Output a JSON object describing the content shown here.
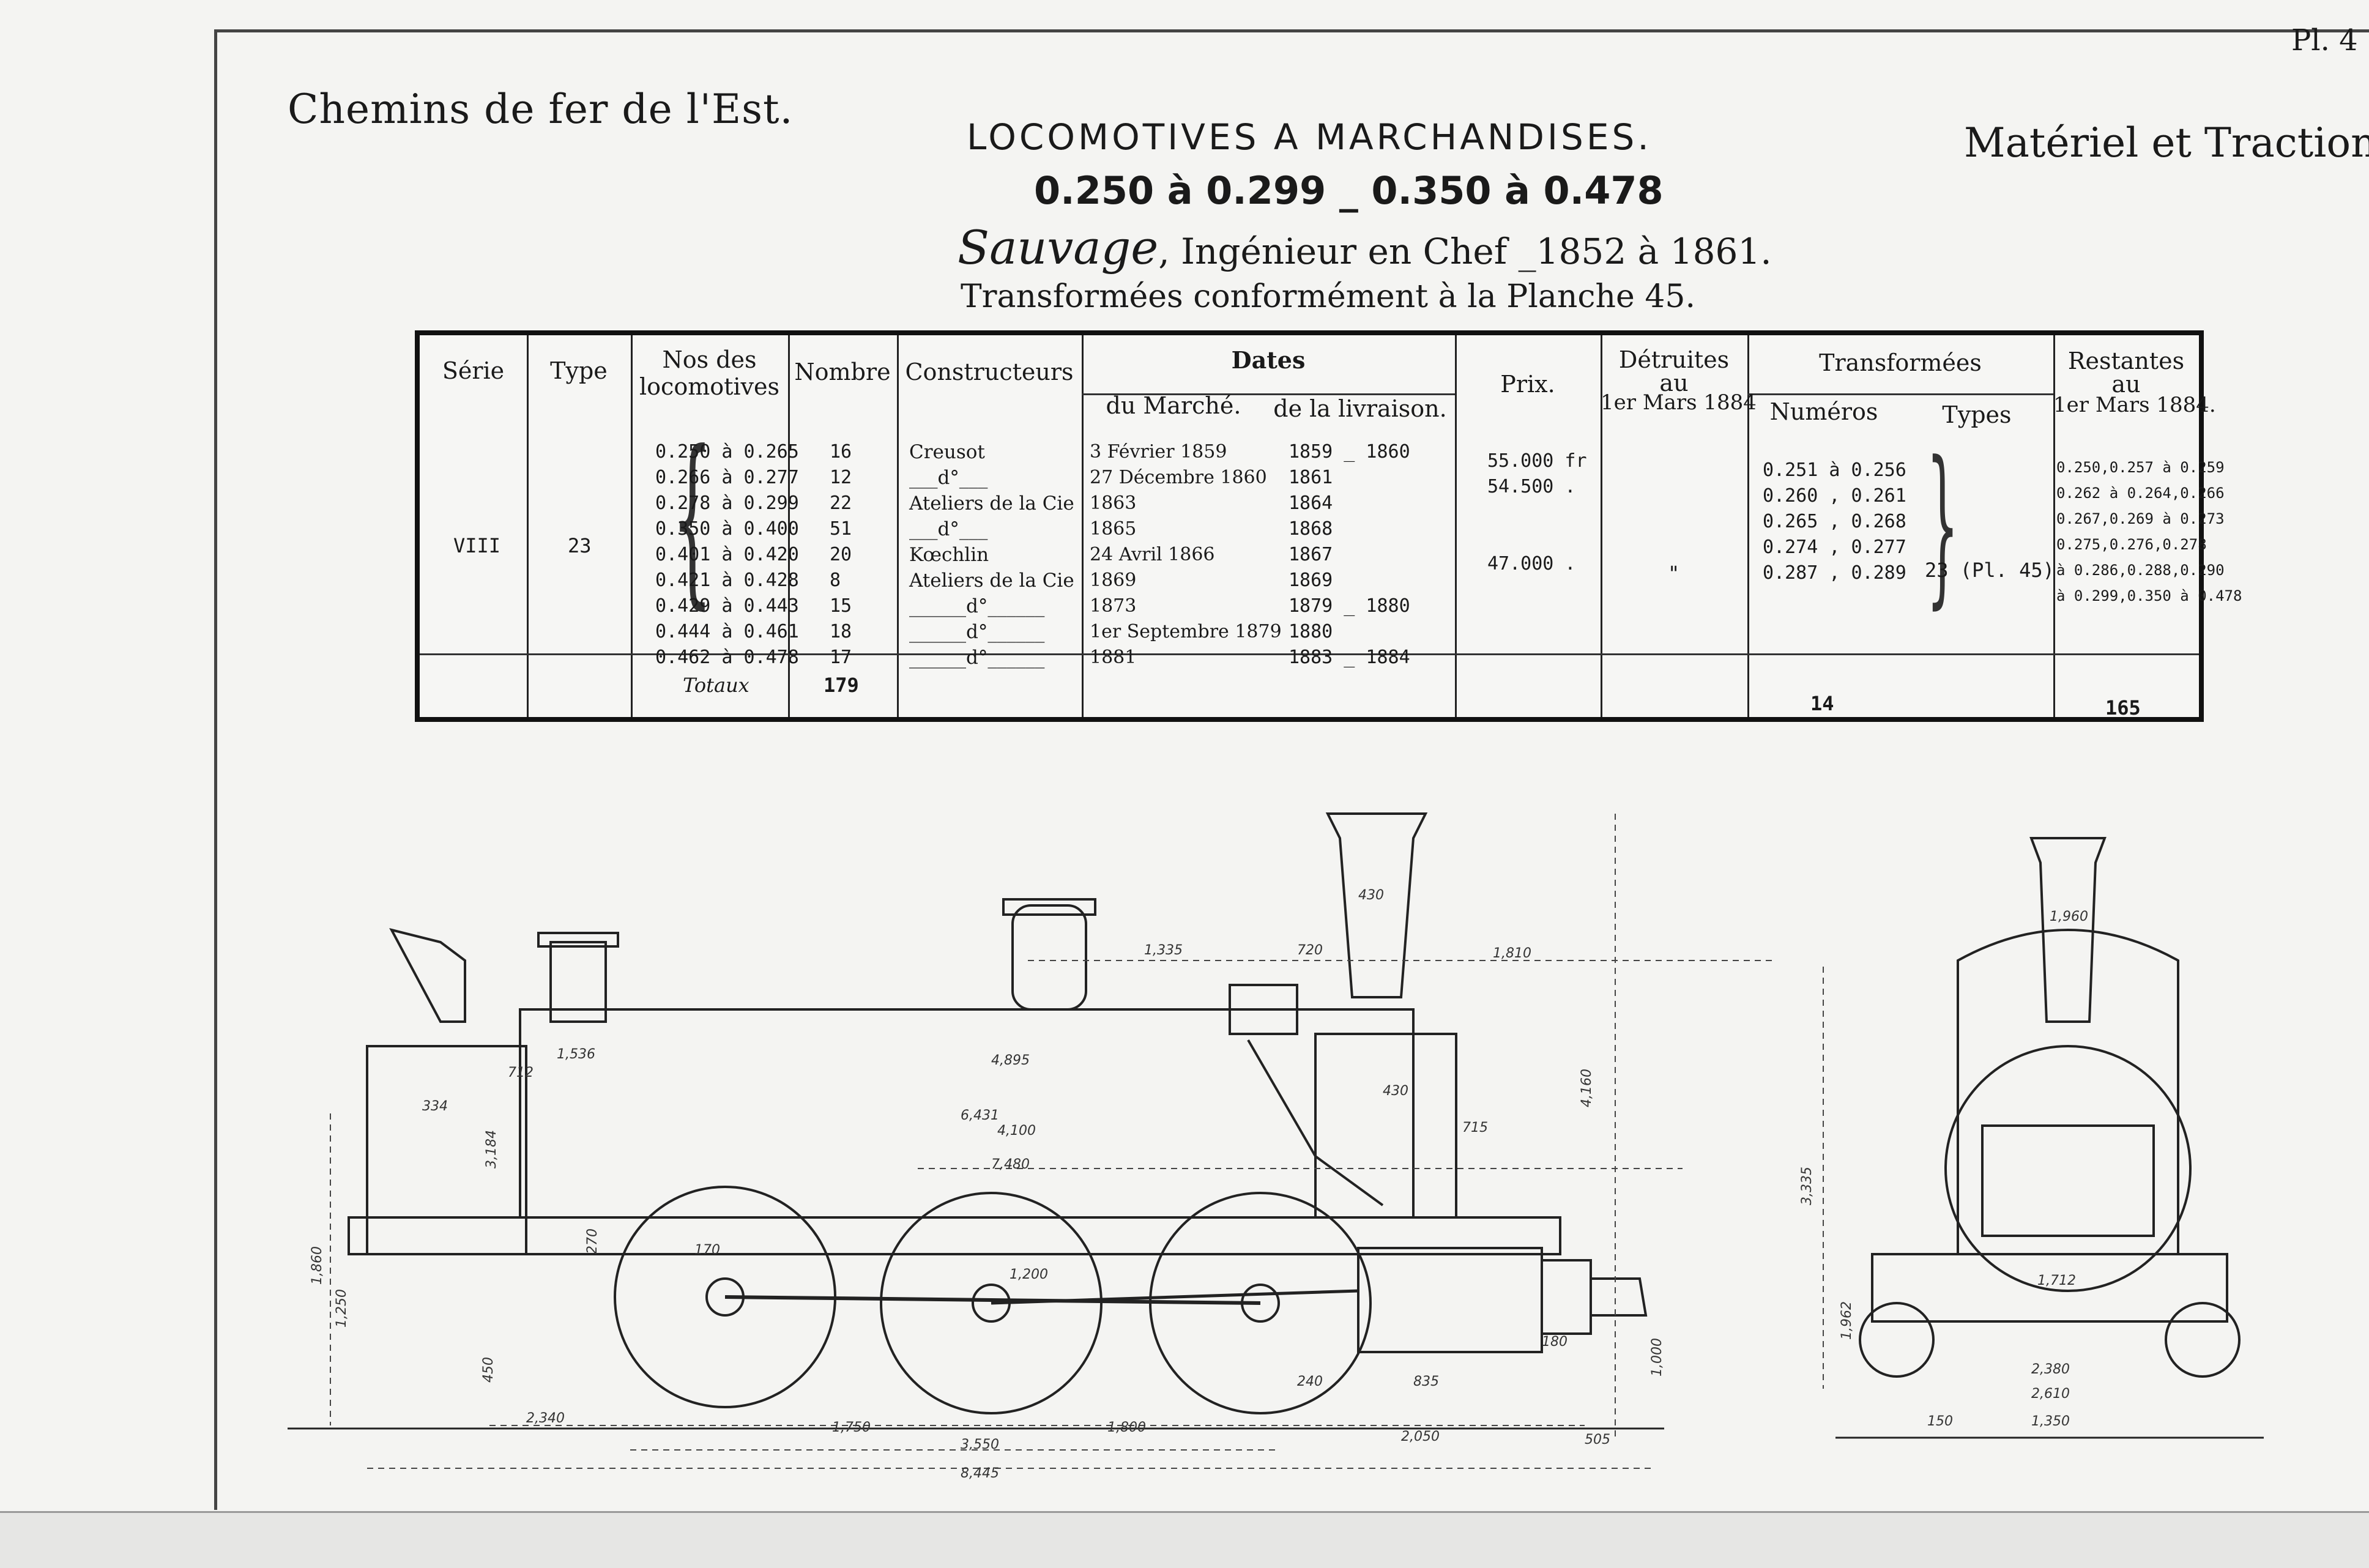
{
  "plate_number": "Pl. 4",
  "left_header": "Chemins de fer de l'Est.",
  "right_header": "Matériel et Traction",
  "title": {
    "line1": "LOCOMOTIVES A MARCHANDISES.",
    "line2": "0.250 à 0.299 _ 0.350 à 0.478",
    "engineer_name": "Sauvage",
    "engineer_rest": ", Ingénieur en Chef _1852 à 1861.",
    "transformed": "Transformées conformément à la Planche 45."
  },
  "table": {
    "headers": {
      "serie": "Série",
      "type": "Type",
      "numeros_l1": "Nos des",
      "numeros_l2": "locomotives",
      "nombre": "Nombre",
      "constructeurs": "Constructeurs",
      "dates": "Dates",
      "du_marche": "du Marché.",
      "livraison": "de la livraison.",
      "prix": "Prix.",
      "detruites_l1": "Détruites",
      "detruites_l2": "au",
      "detruites_l3": "1er Mars 1884",
      "transformees": "Transformées",
      "t_numeros": "Numéros",
      "t_types": "Types",
      "restantes_l1": "Restantes",
      "restantes_l2": "au",
      "restantes_l3": "1er Mars 1884."
    },
    "serie": "VIII",
    "type": "23",
    "numeros": [
      "0.250 à 0.265",
      "0.266 à 0.277",
      "0.278 à 0.299",
      "0.350 à 0.400",
      "0.401 à 0.420",
      "0.421 à 0.428",
      "0.429 à 0.443",
      "0.444 à 0.461",
      "0.462 à 0.478"
    ],
    "nombre": [
      "16",
      "12",
      "22",
      "51",
      "20",
      "8",
      "15",
      "18",
      "17"
    ],
    "constructeurs": [
      "Creusot",
      "___d°___",
      "Ateliers de la Cie",
      "___d°___",
      "Kœchlin",
      "Ateliers de la Cie",
      "______d°______",
      "______d°______",
      "______d°______"
    ],
    "du_marche": [
      "3 Février 1859",
      "27 Décembre 1860",
      "1863",
      "1865",
      "24 Avril 1866",
      "1869",
      "1873",
      "1er Septembre 1879",
      "1881"
    ],
    "livraison": [
      "1859 _ 1860",
      "1861",
      "1864",
      "1868",
      "1867",
      "1869",
      "1879 _ 1880",
      "1880",
      "1883 _ 1884"
    ],
    "prix": [
      "55.000 fr",
      "54.500 .",
      "",
      "",
      "47.000 ."
    ],
    "detruites_mark": "\"",
    "transformees_numeros": [
      "0.251 à 0.256",
      "0.260 , 0.261",
      "0.265 , 0.268",
      "0.274 , 0.277",
      "0.287 , 0.289"
    ],
    "transformees_types": "23 (Pl. 45)",
    "restantes": [
      "0.250,0.257 à 0.259",
      "0.262 à 0.264,0.266",
      "0.267,0.269 à 0.273",
      "0.275,0.276,0.278",
      "à 0.286,0.288,0.290",
      "à 0.299,0.350 à 0.478"
    ],
    "totals_label": "Totaux",
    "total_nombre": "179",
    "total_transformees": "14",
    "total_restantes": "165"
  },
  "dimensions": {
    "d_4160": "4,160",
    "d_3335": "3,335",
    "d_1810": "1,810",
    "d_1335": "1,335",
    "d_720": "720",
    "d_430a": "430",
    "d_430b": "430",
    "d_715": "715",
    "d_1536": "1,536",
    "d_4895": "4,895",
    "d_6431": "6,431",
    "d_4100": "4,100",
    "d_7480": "7,480",
    "d_712": "712",
    "d_334": "334",
    "d_3184": "3,184",
    "d_1860": "1,860",
    "d_1250": "1,250",
    "d_450": "450",
    "d_270": "270",
    "d_170": "170",
    "d_1200": "1,200",
    "d_1000": "1,000",
    "d_180": "180",
    "d_240": "240",
    "d_835": "835",
    "d_2340": "2,340",
    "d_1750": "1,750",
    "d_1800": "1,800",
    "d_2050": "2,050",
    "d_505": "505",
    "d_3550": "3,550",
    "d_8445": "8,445",
    "d_1960": "1,960",
    "d_1712": "1,712",
    "d_1962": "1,962",
    "d_2380": "2,380",
    "d_2610": "2,610",
    "d_1350": "1,350",
    "d_150": "150"
  }
}
